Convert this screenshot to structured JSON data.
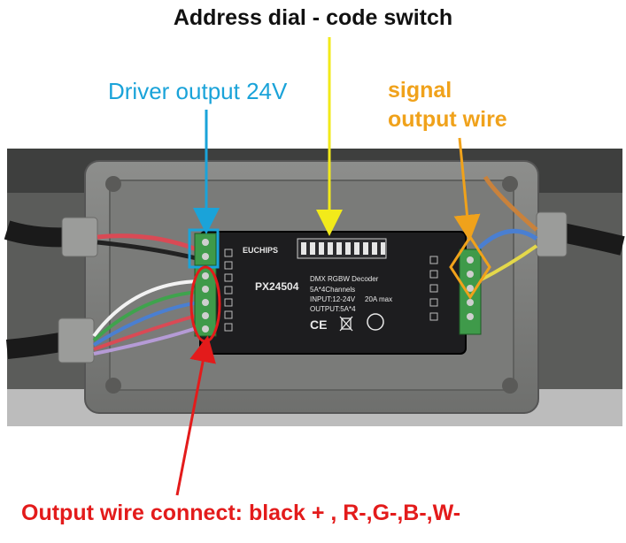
{
  "annotations": {
    "address_dial": "Address dial - code switch",
    "driver_output": "Driver output 24V",
    "signal_line1": "signal",
    "signal_line2": "output wire",
    "output_wire": "Output wire connect: black + , R-,G-,B-,W-"
  },
  "colors": {
    "address_dial": "#f2ea1a",
    "driver_output": "#1aa3d9",
    "signal": "#f0a21b",
    "output_wire": "#e31b1b"
  },
  "device": {
    "brand": "EUCHIPS",
    "model": "PX24504",
    "line1": "DMX RGBW Decoder",
    "line2": "5A*4Channels",
    "line3": "INPUT:12-24V",
    "line3b": "20A max",
    "line4": "OUTPUT:5A*4",
    "ce": "CE"
  }
}
